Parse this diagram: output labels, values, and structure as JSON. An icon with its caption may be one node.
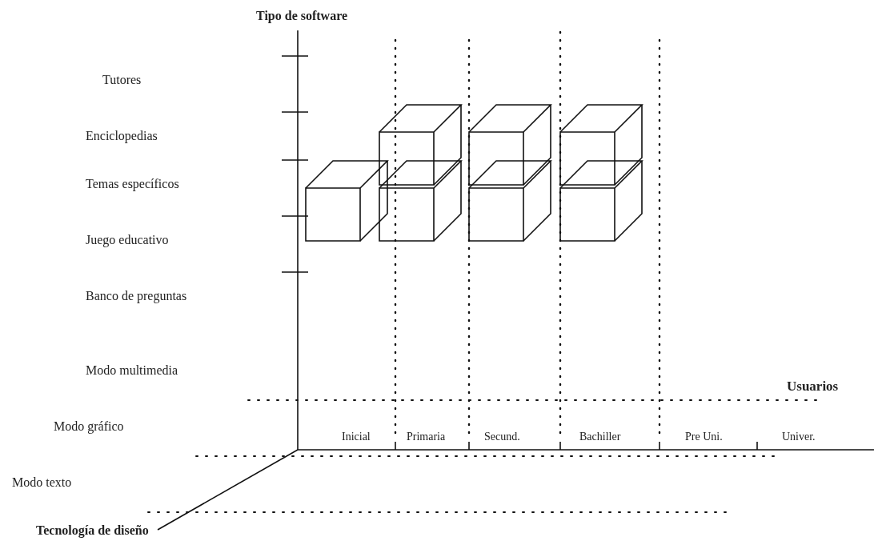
{
  "diagram": {
    "labels": [
      "Tipo de software",
      "Tutores",
      "Enciclopedias",
      "Temas específicos",
      "Juego educativo",
      "Banco de preguntas",
      "Inicial",
      "Primaria",
      "Secund.",
      "Bachiller",
      "Pre Uni.",
      "Univer.",
      "Modo multimedia",
      "Usuarios",
      "Modo gráfico",
      "Modo texto",
      "Tecnología de diseño"
    ]
  }
}
